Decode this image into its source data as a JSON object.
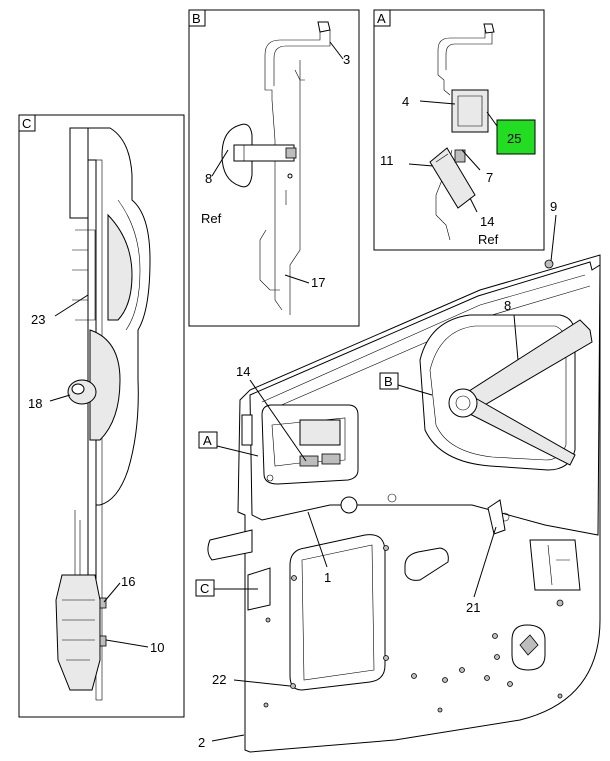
{
  "detail_boxes": {
    "a": "A",
    "b": "B",
    "c": "C"
  },
  "main_view_markers": {
    "a": "A",
    "b": "B",
    "c": "C"
  },
  "callouts": {
    "c1": "1",
    "c2": "2",
    "c3": "3",
    "c4": "4",
    "c7": "7",
    "c8_detail_b": "8",
    "c8_main": "8",
    "c9": "9",
    "c10": "10",
    "c11": "11",
    "c14_detail_a": "14",
    "c14_main": "14",
    "c16": "16",
    "c17": "17",
    "c18": "18",
    "c21": "21",
    "c22": "22",
    "c23": "23",
    "c25": "25"
  },
  "ref_labels": {
    "ref_8": "Ref",
    "ref_14": "Ref"
  },
  "highlight": {
    "callout": "25",
    "fill": "#22dd22"
  }
}
